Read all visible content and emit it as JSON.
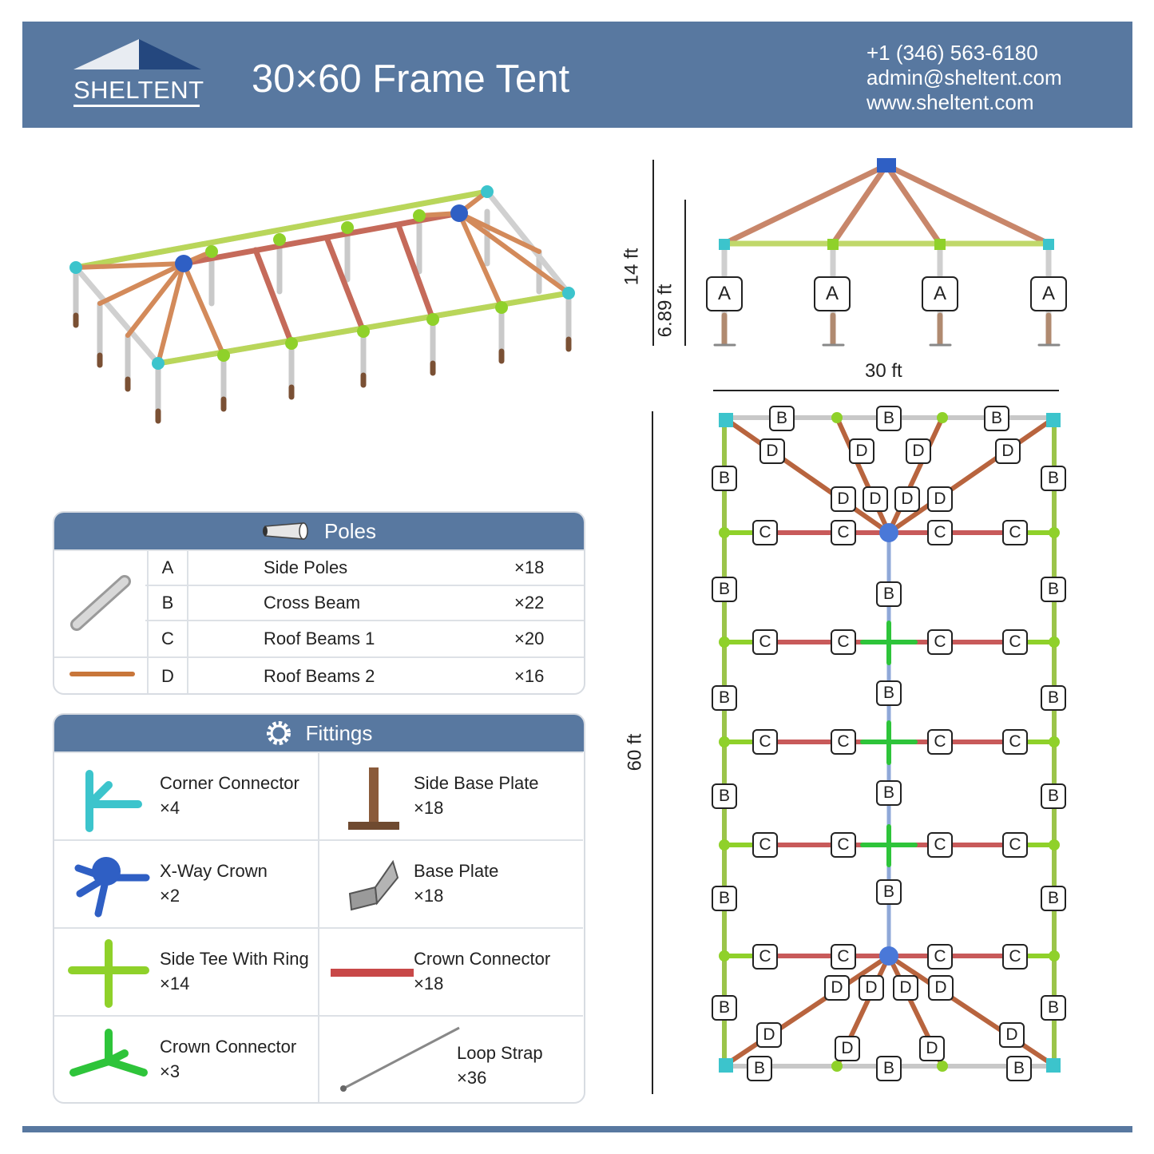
{
  "header": {
    "brand": "SHELTENT",
    "title": "30×60 Frame Tent",
    "phone": "+1 (346) 563-6180",
    "email": "admin@sheltent.com",
    "website": "www.sheltent.com"
  },
  "dimensions": {
    "height_total": "14 ft",
    "height_side": "6.89 ft",
    "width": "30 ft",
    "length": "60 ft"
  },
  "diagram_labels": {
    "a": "A",
    "b": "B",
    "c": "C",
    "d": "D"
  },
  "poles": {
    "title": "Poles",
    "items": [
      {
        "letter": "A",
        "name": "Side Poles",
        "count": "×18"
      },
      {
        "letter": "B",
        "name": "Cross Beam",
        "count": "×22"
      },
      {
        "letter": "C",
        "name": "Roof Beams 1",
        "count": "×20"
      },
      {
        "letter": "D",
        "name": "Roof Beams 2",
        "count": "×16"
      }
    ]
  },
  "fittings": {
    "title": "Fittings",
    "items": [
      {
        "name": "Corner Connector",
        "count": "×4",
        "icon": "corner-connector-icon",
        "color": "#3cc4cc"
      },
      {
        "name": "Side Base Plate",
        "count": "×18",
        "icon": "side-base-plate-icon",
        "color": "#8a5a3a"
      },
      {
        "name": "X-Way Crown",
        "count": "×2",
        "icon": "x-way-crown-icon",
        "color": "#2f5fc4"
      },
      {
        "name": "Base Plate",
        "count": "×18",
        "icon": "base-plate-icon",
        "color": "#9a9a9a"
      },
      {
        "name": "Side Tee With Ring",
        "count": "×14",
        "icon": "side-tee-icon",
        "color": "#8fd12a"
      },
      {
        "name": "Crown Connector",
        "count": "×18",
        "icon": "crown-connector-bar-icon",
        "color": "#c84848"
      },
      {
        "name": "Crown Connector",
        "count": "×3",
        "icon": "crown-connector-icon",
        "color": "#2ec43a"
      },
      {
        "name": "Loop Strap",
        "count": "×36",
        "icon": "loop-strap-icon",
        "color": "#888888"
      }
    ]
  }
}
